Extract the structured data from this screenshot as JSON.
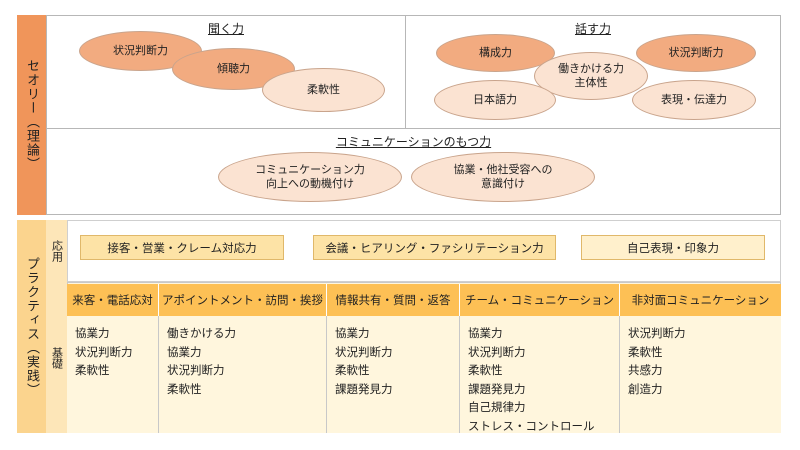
{
  "side_labels": {
    "theory": "セオリー（理論）",
    "practice": "プラクティス（実践）",
    "applied": "応用",
    "basic": "基礎"
  },
  "theory": {
    "listening": {
      "title": "聞く力",
      "items": [
        "状況判断力",
        "傾聴力",
        "柔軟性"
      ]
    },
    "speaking": {
      "title": "話す力",
      "items": [
        "構成力",
        "働きかける力\n主体性",
        "状況判断力",
        "日本語力",
        "表現・伝達力"
      ]
    },
    "communication": {
      "title": "コミュニケーションのもつ力",
      "items": [
        "コミュニケーション力\n向上への動機付け",
        "協業・他社受容への\n意識付け"
      ]
    }
  },
  "applied": {
    "items": [
      "接客・営業・クレーム対応力",
      "会議・ヒアリング・ファシリテーション力",
      "自己表現・印象力"
    ]
  },
  "basic": {
    "columns": [
      {
        "header": "来客・電話応対",
        "items": [
          "協業力",
          "状況判断力",
          "柔軟性"
        ]
      },
      {
        "header": "アポイントメント・訪問・挨拶",
        "items": [
          "働きかける力",
          "協業力",
          "状況判断力",
          "柔軟性"
        ]
      },
      {
        "header": "情報共有・質問・返答",
        "items": [
          "協業力",
          "状況判断力",
          "柔軟性",
          "課題発見力"
        ]
      },
      {
        "header": "チーム・コミュニケーション",
        "items": [
          "協業力",
          "状況判断力",
          "柔軟性",
          "課題発見力",
          "自己規律力",
          "ストレス・コントロール"
        ]
      },
      {
        "header": "非対面コミュニケーション",
        "items": [
          "状況判断力",
          "柔軟性",
          "共感力",
          "創造力"
        ]
      }
    ]
  },
  "colors": {
    "theory_band": "#f0955a",
    "practice_band": "#fbd48e",
    "ellipse_dark": "#f2ab80",
    "ellipse_light": "#fbe3d2",
    "header_gold": "#fdc055",
    "cell_bg": "#fff6dd"
  }
}
